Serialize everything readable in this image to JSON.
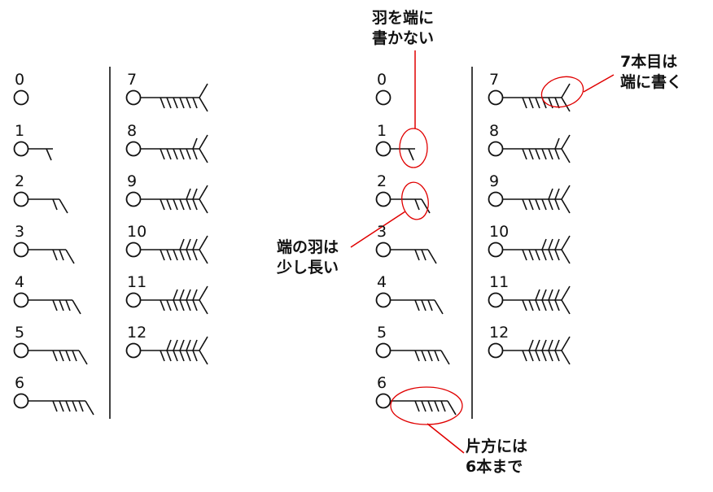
{
  "wind_scale_levels": [
    "0",
    "1",
    "2",
    "3",
    "4",
    "5",
    "6",
    "7",
    "8",
    "9",
    "10",
    "11",
    "12"
  ],
  "annotations": {
    "no_feather_at_end": [
      "羽を端に",
      "書かない"
    ],
    "seventh_at_end": [
      "7本目は",
      "端に書く"
    ],
    "end_feather_longer": [
      "端の羽は",
      "少し長い"
    ],
    "max_six_per_side": [
      "片方には",
      "6本まで"
    ]
  },
  "colors": {
    "symbol": "#111111",
    "annotation": "#e00000"
  }
}
